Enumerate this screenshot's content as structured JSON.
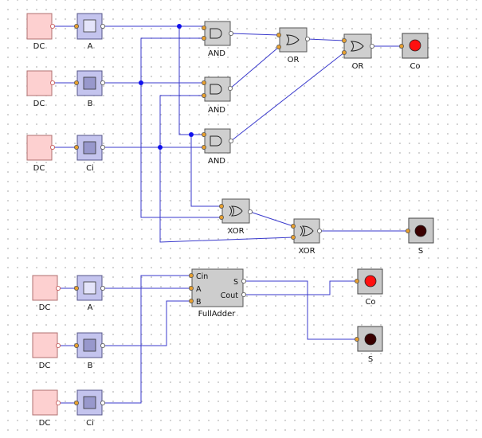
{
  "circuit1": {
    "dc_sources": [
      {
        "label": "DC"
      },
      {
        "label": "DC"
      },
      {
        "label": "DC"
      }
    ],
    "inputs": [
      {
        "label": "A",
        "state": "off"
      },
      {
        "label": "B",
        "state": "on"
      },
      {
        "label": "Ci",
        "state": "on"
      }
    ],
    "gates": {
      "and1": "AND",
      "and2": "AND",
      "and3": "AND",
      "or1": "OR",
      "or2": "OR",
      "xor1": "XOR",
      "xor2": "XOR"
    },
    "outputs": [
      {
        "label": "Co",
        "lamp_color": "#ff1010"
      },
      {
        "label": "S",
        "lamp_color": "#3a0000"
      }
    ]
  },
  "circuit2": {
    "dc_sources": [
      {
        "label": "DC"
      },
      {
        "label": "DC"
      },
      {
        "label": "DC"
      }
    ],
    "inputs": [
      {
        "label": "A",
        "state": "off"
      },
      {
        "label": "B",
        "state": "on"
      },
      {
        "label": "Ci",
        "state": "on"
      }
    ],
    "full_adder": {
      "title": "FullAdder",
      "pin_cin": "Cin",
      "pin_a": "A",
      "pin_b": "B",
      "pin_s": "S",
      "pin_cout": "Cout"
    },
    "outputs": [
      {
        "label": "Co",
        "lamp_color": "#ff1010"
      },
      {
        "label": "S",
        "lamp_color": "#3a0000"
      }
    ]
  }
}
